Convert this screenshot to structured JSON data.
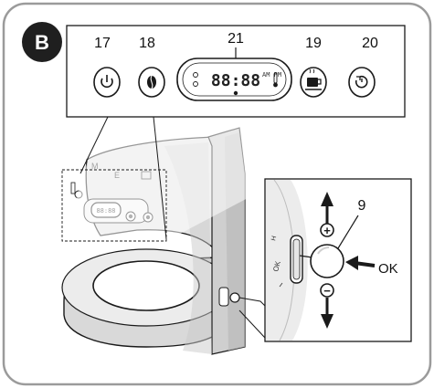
{
  "figure": {
    "badge": "B",
    "colors": {
      "frame": "#9b9b9b",
      "machine_body": "#e4e4e4",
      "machine_shadow": "#bdbdbd",
      "badge_fill": "#1f1f1f",
      "line": "#1a1a1a"
    },
    "panel_callouts": [
      {
        "id": "power",
        "label": "17",
        "icon": "power-icon"
      },
      {
        "id": "strength",
        "label": "18",
        "icon": "coffee-bean-icon"
      },
      {
        "id": "display",
        "label": "21",
        "icon": "lcd-display"
      },
      {
        "id": "warm",
        "label": "19",
        "icon": "warming-plate-icon"
      },
      {
        "id": "timer",
        "label": "20",
        "icon": "timer-icon"
      }
    ],
    "display_text": "88:88",
    "display_small": "AM PM",
    "side_panel": {
      "knob_label": "9",
      "plus_symbol": "+",
      "minus_symbol": "−",
      "arrow_label": "OK",
      "side_text_top": "H",
      "side_text_ok": "OK"
    }
  }
}
